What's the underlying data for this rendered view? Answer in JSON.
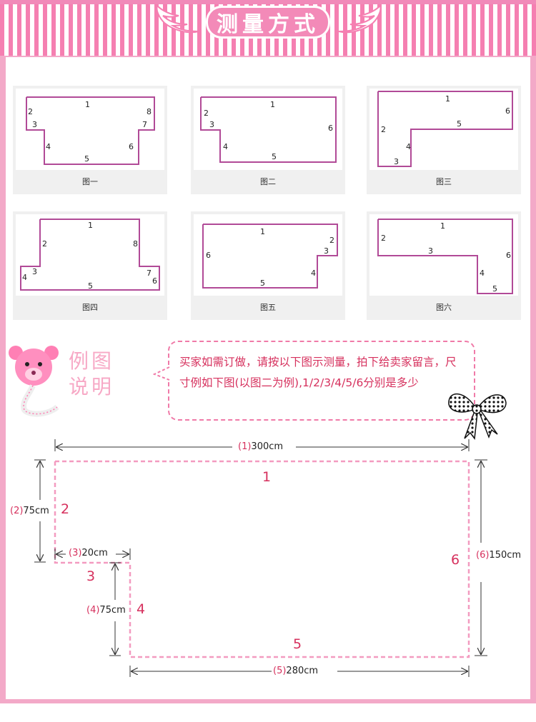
{
  "header": {
    "title": "测量方式"
  },
  "figures": [
    {
      "caption": "图一",
      "labels": [
        "1",
        "2",
        "3",
        "4",
        "5",
        "6",
        "7",
        "8"
      ]
    },
    {
      "caption": "图二",
      "labels": [
        "1",
        "2",
        "3",
        "4",
        "5",
        "6"
      ]
    },
    {
      "caption": "图三",
      "labels": [
        "1",
        "2",
        "3",
        "4",
        "5",
        "6"
      ]
    },
    {
      "caption": "图四",
      "labels": [
        "1",
        "2",
        "3",
        "4",
        "5",
        "6",
        "7",
        "8"
      ]
    },
    {
      "caption": "图五",
      "labels": [
        "1",
        "2",
        "3",
        "4",
        "5",
        "6"
      ]
    },
    {
      "caption": "图六",
      "labels": [
        "1",
        "2",
        "3",
        "4",
        "5",
        "6"
      ]
    }
  ],
  "example": {
    "title": "例图说明",
    "note": "买家如需订做，请按以下图示测量，拍下给卖家留言，尺寸例如下图(以图二为例),1/2/3/4/5/6分别是多少"
  },
  "diagram": {
    "side_labels": [
      "1",
      "2",
      "3",
      "4",
      "5",
      "6"
    ],
    "dims": [
      {
        "id": "(1)",
        "value": "300cm"
      },
      {
        "id": "(2)",
        "value": "75cm"
      },
      {
        "id": "(3)",
        "value": "20cm"
      },
      {
        "id": "(4)",
        "value": "75cm"
      },
      {
        "id": "(5)",
        "value": "280cm"
      },
      {
        "id": "(6)",
        "value": "150cm"
      }
    ]
  },
  "colors": {
    "pink": "#f07aa8",
    "outline": "#b14a97",
    "red_text": "#d6305d",
    "stripe": "#f57fb1"
  },
  "icons": [
    "wing-icon",
    "bear-tape-measure-icon",
    "polka-dot-bow-icon"
  ]
}
